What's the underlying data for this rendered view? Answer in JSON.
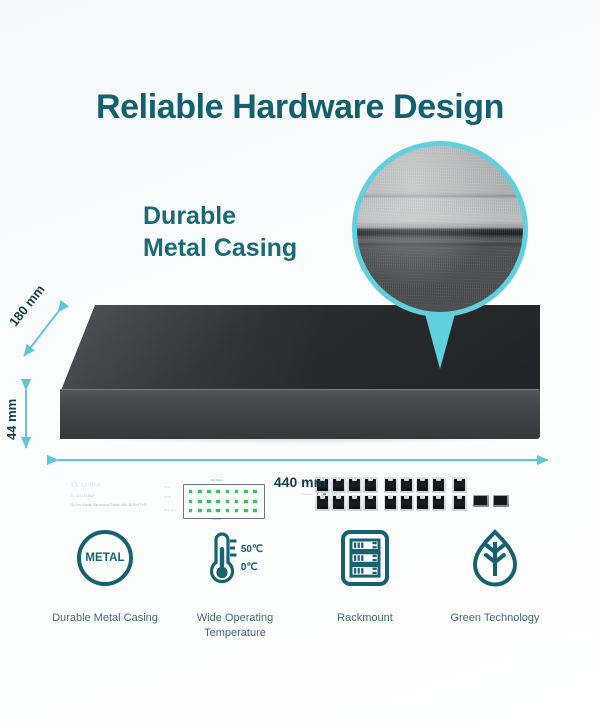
{
  "headline": "Reliable Hardware Design",
  "subtitle_line1": "Durable",
  "subtitle_line2": "Metal Casing",
  "colors": {
    "accent_teal": "#61d0de",
    "deep_teal": "#176271",
    "title_teal": "#14606e",
    "label_navy": "#123d4d",
    "background": "#f7fafc"
  },
  "magnifier": {
    "icon": "magnifier-pin-icon",
    "subject": "metal-casing-texture"
  },
  "device": {
    "brand": "tp-link",
    "model": "TL-SG1218MP",
    "description": "18-Port Gigabit Rackmount Switch\nwith 16-Port PoE+",
    "led_labels": {
      "system": "SYS",
      "pwr": "PWR",
      "poe_max": "PoE Max",
      "group_top": "PoE Status",
      "group_bottom": "Link/Act"
    },
    "legend": {
      "left_top": "PoE Status",
      "left_bottom": "Link/Act",
      "right_items": [
        "Standby Power",
        "PoE Fault",
        "1000Mbps",
        "10/100Mbps",
        "Activity"
      ]
    },
    "sfp_labels": [
      "17F",
      "18F"
    ]
  },
  "dimensions": {
    "depth": "180 mm",
    "height": "44 mm",
    "width": "440 mm"
  },
  "features": [
    {
      "icon": "metal-badge-icon",
      "label": "Durable Metal Casing",
      "badge_text": "METAL"
    },
    {
      "icon": "thermometer-icon",
      "label": "Wide Operating\nTemperature",
      "temp_high": "50℃",
      "temp_low": "0℃"
    },
    {
      "icon": "rackmount-icon",
      "label": "Rackmount"
    },
    {
      "icon": "leaf-icon",
      "label": "Green Technology"
    }
  ]
}
